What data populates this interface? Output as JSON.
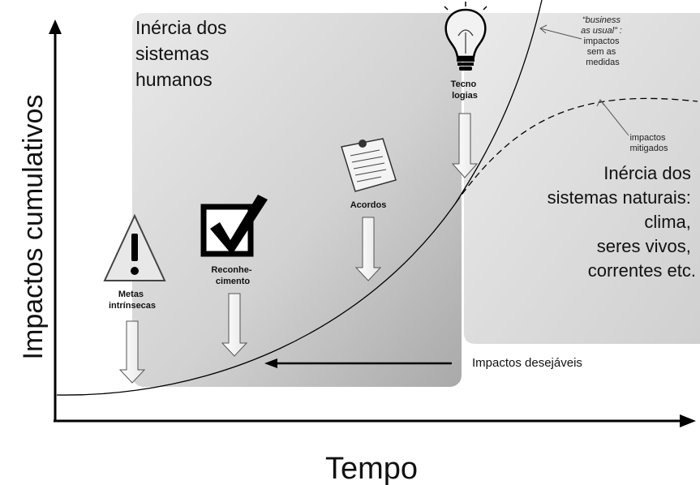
{
  "axes": {
    "y_label": "Impactos cumulativos",
    "x_label": "Tempo"
  },
  "regions": {
    "human_inertia": "Inércia dos sistemas humanos",
    "human_inertia_lines": [
      "Inércia dos",
      "sistemas",
      "humanos"
    ],
    "natural_inertia_lines": [
      "Inércia dos",
      "sistemas naturais:",
      "clima,",
      "seres vivos,",
      "correntes etc."
    ]
  },
  "measures": {
    "metas": [
      "Metas",
      "intrínsecas"
    ],
    "reconhecimento": [
      "Reconhe-",
      "cimento"
    ],
    "acordos": [
      "Acordos"
    ],
    "tecnologias": [
      "Tecno",
      "logias"
    ]
  },
  "annotations": {
    "business_as_usual_italic": [
      "“business",
      "as usual” :"
    ],
    "business_as_usual_rest": [
      "impactos",
      "sem as",
      "medidas"
    ],
    "mitigated": [
      "impactos",
      "mitigados"
    ],
    "desired": "Impactos desejáveis"
  },
  "icons": [
    "warning-triangle-icon",
    "checkbox-check-icon",
    "note-pin-icon",
    "lightbulb-icon"
  ]
}
